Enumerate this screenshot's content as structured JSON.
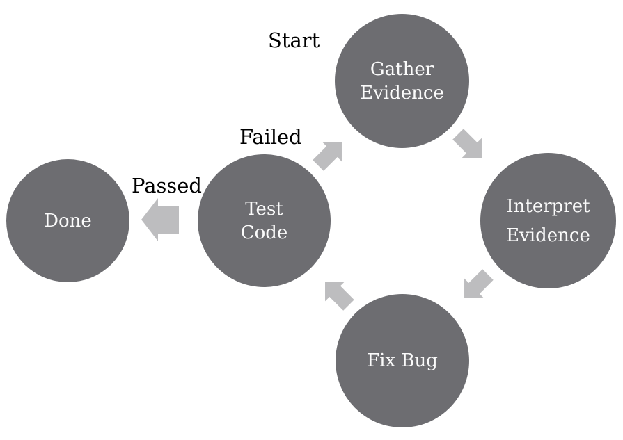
{
  "labels": {
    "start": "Start",
    "failed": "Failed",
    "passed": "Passed"
  },
  "nodes": {
    "gather": {
      "line1": "Gather",
      "line2": "Evidence"
    },
    "interpret": {
      "line1": "Interpret",
      "line2": "Evidence"
    },
    "test": {
      "line1": "Test",
      "line2": "Code"
    },
    "done": {
      "label": "Done"
    },
    "fixbug": {
      "label": "Fix Bug"
    }
  },
  "arrows": {
    "test_to_gather": "up-right",
    "gather_to_interpret": "down-right",
    "interpret_to_fixbug": "down-left",
    "fixbug_to_test": "up-left",
    "test_to_done": "left"
  },
  "colors": {
    "background": "#ffffff",
    "node_fill": "#6d6d71",
    "node_text": "#fbfbfb",
    "arrow_fill": "#bdbdbf",
    "label_text": "#000000"
  }
}
